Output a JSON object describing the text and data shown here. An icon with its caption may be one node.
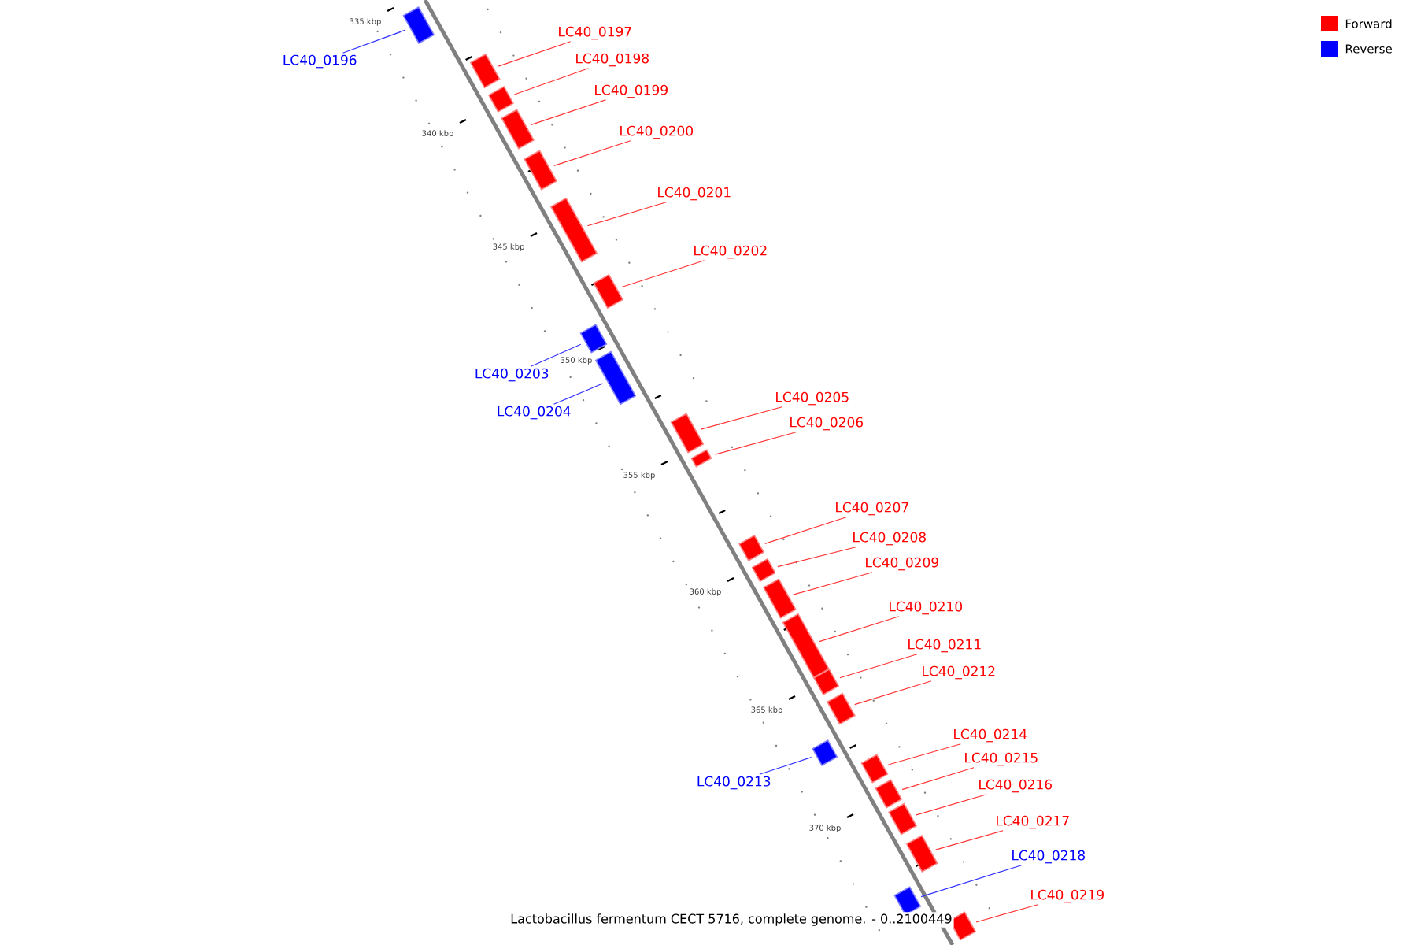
{
  "diagram": {
    "caption": "Lactobacillus fermentum CECT 5716, complete genome. - 0..2100449",
    "nodes": [
      {
        "text": [
          "LC40_0196"
        ]
      },
      {
        "text": [],
        "shape": "bar"
      },
      {
        "text": [
          "LC40_0197"
        ]
      },
      {
        "text": [],
        "shape": "bar"
      },
      {
        "text": [
          "LC40_0198"
        ]
      },
      {
        "text": [],
        "shape": "bar"
      },
      {
        "text": [
          "LC40_0199"
        ]
      },
      {
        "text": [],
        "shape": "bar"
      },
      {
        "text": [
          "LC40_0200"
        ]
      },
      {
        "text": [],
        "shape": "bar"
      },
      {
        "text": [
          "LC40_0201"
        ]
      },
      {
        "text": [],
        "shape": "bar"
      },
      {
        "text": [
          "LC40_0202"
        ]
      },
      {
        "text": [],
        "shape": "bar"
      },
      {
        "text": [
          "LC40_0203"
        ]
      },
      {
        "text": [],
        "shape": "bar"
      },
      {
        "text": [
          "LC40_0204"
        ]
      },
      {
        "text": [],
        "shape": "bar"
      },
      {
        "text": [
          "LC40_0205"
        ]
      },
      {
        "text": [],
        "shape": "bar"
      },
      {
        "text": [
          "LC40_0206"
        ]
      },
      {
        "text": [],
        "shape": "bar"
      },
      {
        "text": [
          "LC40_0207"
        ]
      },
      {
        "text": [],
        "shape": "bar"
      },
      {
        "text": [
          "LC40_0208"
        ]
      },
      {
        "text": [],
        "shape": "bar"
      },
      {
        "text": [
          "LC40_0209"
        ]
      },
      {
        "text": [],
        "shape": "bar"
      },
      {
        "text": [
          "LC40_0210"
        ]
      },
      {
        "text": [],
        "shape": "bar"
      },
      {
        "text": [
          "LC40_0211"
        ]
      },
      {
        "text": [],
        "shape": "bar"
      },
      {
        "text": [
          "LC40_0212"
        ]
      },
      {
        "text": [],
        "shape": "bar"
      },
      {
        "text": [
          "LC40_0213"
        ]
      },
      {
        "text": [],
        "shape": "bar"
      },
      {
        "text": [
          "LC40_0214"
        ]
      },
      {
        "text": [],
        "shape": "bar"
      },
      {
        "text": [
          "LC40_0215"
        ]
      },
      {
        "text": [],
        "shape": "bar"
      },
      {
        "text": [
          "LC40_0216"
        ]
      },
      {
        "text": [],
        "shape": "bar"
      },
      {
        "text": [
          "LC40_0217"
        ]
      },
      {
        "text": [],
        "shape": "bar"
      },
      {
        "text": [
          "LC40_0218"
        ]
      },
      {
        "text": [],
        "shape": "bar"
      },
      {
        "text": [
          "LC40_0219"
        ]
      },
      {
        "text": [],
        "shape": "bar"
      }
    ],
    "edges": [
      {
        "from": 0,
        "to": 1,
        "arrow": "none",
        "color": "#3333ff"
      },
      {
        "from": 2,
        "to": 3,
        "arrow": "none"
      },
      {
        "from": 4,
        "to": 5,
        "arrow": "none"
      },
      {
        "from": 6,
        "to": 7,
        "arrow": "none"
      },
      {
        "from": 8,
        "to": 9,
        "arrow": "none"
      },
      {
        "from": 10,
        "to": 11,
        "arrow": "none"
      },
      {
        "from": 12,
        "to": 13,
        "arrow": "none"
      },
      {
        "from": 14,
        "to": 15,
        "arrow": "none",
        "color": "#3333ff"
      },
      {
        "from": 16,
        "to": 17,
        "arrow": "none",
        "color": "#3333ff"
      },
      {
        "from": 18,
        "to": 19,
        "arrow": "none"
      },
      {
        "from": 20,
        "to": 21,
        "arrow": "none"
      },
      {
        "from": 22,
        "to": 23,
        "arrow": "none"
      },
      {
        "from": 24,
        "to": 25,
        "arrow": "none"
      },
      {
        "from": 26,
        "to": 27,
        "arrow": "none"
      },
      {
        "from": 28,
        "to": 29,
        "arrow": "none"
      },
      {
        "from": 30,
        "to": 31,
        "arrow": "none"
      },
      {
        "from": 32,
        "to": 33,
        "arrow": "none"
      },
      {
        "from": 34,
        "to": 35,
        "arrow": "none",
        "color": "#3333ff"
      },
      {
        "from": 36,
        "to": 37,
        "arrow": "none"
      },
      {
        "from": 38,
        "to": 39,
        "arrow": "none"
      },
      {
        "from": 40,
        "to": 41,
        "arrow": "none"
      },
      {
        "from": 42,
        "to": 43,
        "arrow": "none"
      },
      {
        "from": 44,
        "to": 45,
        "arrow": "none",
        "color": "#3333ff"
      },
      {
        "from": 46,
        "to": 47,
        "arrow": "none"
      }
    ],
    "labels": [
      "335 kbp",
      "340 kbp",
      "345 kbp",
      "350 kbp",
      "355 kbp",
      "360 kbp",
      "365 kbp",
      "370 kbp"
    ],
    "legend": [
      {
        "text": "Forward",
        "color": "#ff0000"
      },
      {
        "text": "Reverse",
        "color": "#0000ff"
      }
    ]
  }
}
